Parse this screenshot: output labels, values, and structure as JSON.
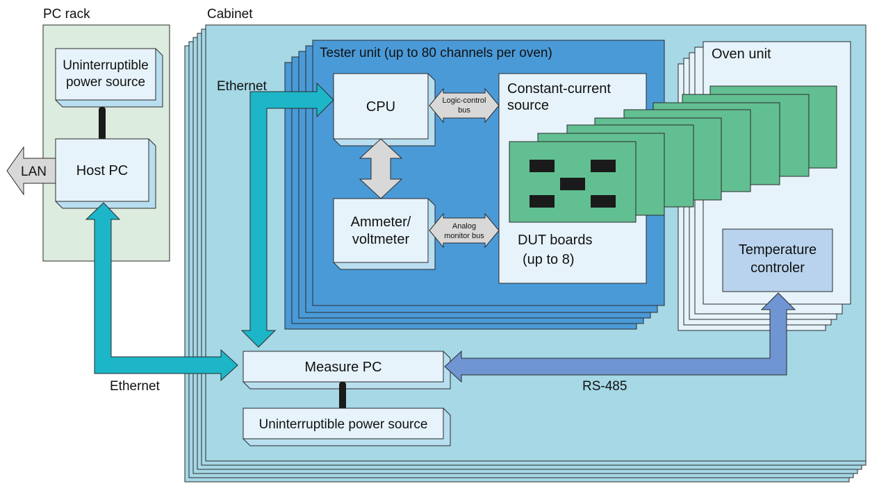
{
  "colors": {
    "cabinet_fill": "#a6d8e6",
    "pc_rack_fill": "#dcecdf",
    "tester_fill": "#4a9ad8",
    "box_fill": "#e6f3fb",
    "box_side": "#b9def0",
    "dut_board_fill": "#62bf92",
    "chip_fill": "#1a1a1a",
    "ethernet_arrow": "#1cb6c8",
    "rs485_arrow": "#6f95d3",
    "bus_arrow": "#d8d8d8",
    "temp_controller_fill": "#b9d3ee",
    "connector": "#1a1a1a"
  },
  "labels": {
    "pc_rack": "PC rack",
    "cabinet": "Cabinet",
    "ups_top_1": "Uninterruptible",
    "ups_top_2": "power source",
    "host_pc": "Host PC",
    "lan": "LAN",
    "ethernet_upper": "Ethernet",
    "ethernet_lower": "Ethernet",
    "tester_unit": "Tester unit (up to 80 channels per oven)",
    "cpu": "CPU",
    "logic_bus_1": "Logic-control",
    "logic_bus_2": "bus",
    "ccs_1": "Constant-current",
    "ccs_2": "source",
    "ammeter_1": "Ammeter/",
    "ammeter_2": "voltmeter",
    "analog_bus_1": "Analog",
    "analog_bus_2": "monitor bus",
    "dut_boards_1": "DUT boards",
    "dut_boards_2": "(up to 8)",
    "oven_unit": "Oven unit",
    "temp_1": "Temperature",
    "temp_2": "controler",
    "measure_pc": "Measure PC",
    "rs485": "RS-485",
    "ups_bottom": "Uninterruptible power source"
  }
}
